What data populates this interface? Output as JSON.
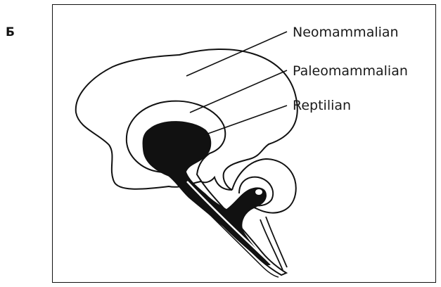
{
  "figure": {
    "panel_letter": "Б",
    "labels": {
      "neomammalian": "Neomammalian",
      "paleomammalian": "Paleomammalian",
      "reptilian": "Reptilian"
    }
  },
  "colors": {
    "ink": "#111111",
    "background": "#ffffff"
  }
}
